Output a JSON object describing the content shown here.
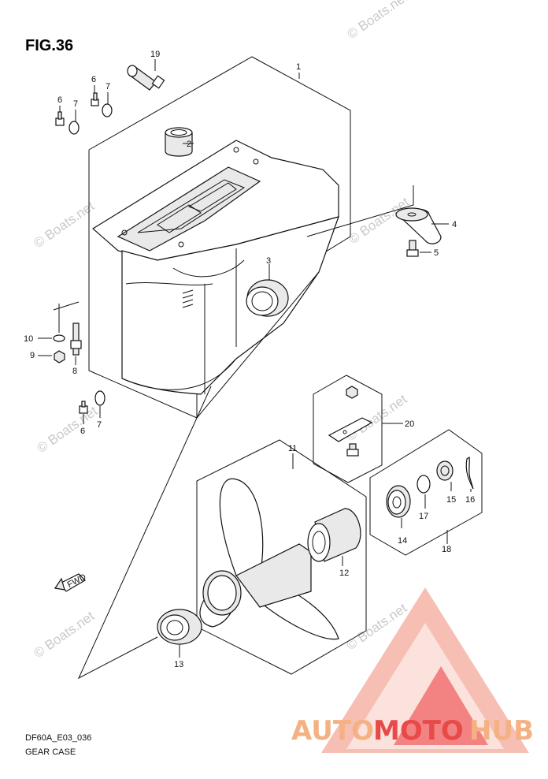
{
  "figure": {
    "title": "FIG.36",
    "code": "DF60A_E03_036",
    "name": "GEAR CASE"
  },
  "callouts": {
    "c1": "1",
    "c2": "2",
    "c3": "3",
    "c4": "4",
    "c5": "5",
    "c6a": "6",
    "c6b": "6",
    "c6c": "6",
    "c7a": "7",
    "c7b": "7",
    "c7c": "7",
    "c8": "8",
    "c9": "9",
    "c10": "10",
    "c11": "11",
    "c12": "12",
    "c13": "13",
    "c14": "14",
    "c15": "15",
    "c16": "16",
    "c17": "17",
    "c18": "18",
    "c19": "19",
    "c20": "20"
  },
  "direction_marker": "FWD",
  "watermarks": [
    "© Boats.net",
    "© Boats.net",
    "© Boats.net",
    "© Boats.net",
    "© Boats.net",
    "© Boats.net",
    "© Boats.net"
  ],
  "logo": {
    "text_part1": "AUTO",
    "text_part2": "MOTO",
    "text_part3": "HUB",
    "color_1": "#f4b183",
    "color_2": "#e84a4a",
    "color_3": "#f4b183"
  }
}
